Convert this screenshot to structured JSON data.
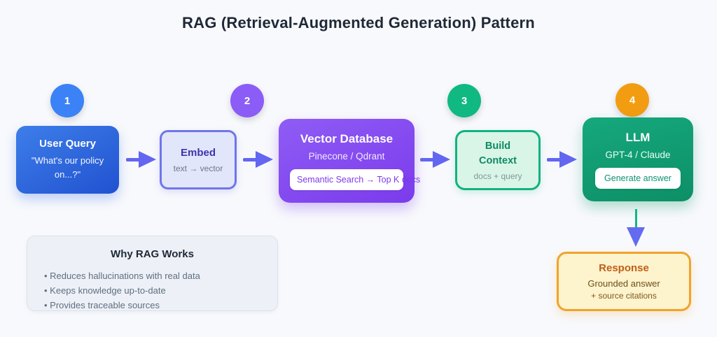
{
  "title": "RAG (Retrieval-Augmented Generation) Pattern",
  "steps": {
    "user_query": {
      "number": "1",
      "title": "User Query",
      "subtitle": "\"What's our policy on...?\""
    },
    "embed": {
      "number": "2",
      "title": "Embed",
      "subtitle": "text → vector"
    },
    "vector_db": {
      "title": "Vector Database",
      "subtitle": "Pinecone / Qdrant",
      "badge": "Semantic Search → Top K docs"
    },
    "build_context": {
      "number": "3",
      "title": "Build Context",
      "subtitle": "docs + query"
    },
    "llm": {
      "number": "4",
      "title": "LLM",
      "subtitle": "GPT-4 / Claude",
      "badge": "Generate answer"
    }
  },
  "response": {
    "title": "Response",
    "line1": "Grounded answer",
    "line2": "+ source citations"
  },
  "why": {
    "title": "Why RAG Works",
    "items": [
      "Reduces hallucinations with real data",
      "Keeps knowledge up-to-date",
      "Provides traceable sources"
    ]
  },
  "colors": {
    "background": "#f8f9fc",
    "title_text": "#1f2937",
    "circle_1": "#3b82f6",
    "circle_2": "#8b5cf6",
    "circle_3": "#10b981",
    "circle_4": "#f29d11",
    "arrow": "#6366f1",
    "vertical_arrow_stem": "#10b981",
    "user_query_gradient_start": "#3d7ee9",
    "user_query_gradient_end": "#2152d0",
    "embed_fill": "#e2e6fa",
    "embed_border": "#6e76e8",
    "vector_db_gradient_start": "#8f5cf5",
    "vector_db_gradient_end": "#7b3bec",
    "build_context_fill": "#d9f5e7",
    "build_context_border": "#12b27e",
    "llm_gradient_start": "#16a87d",
    "llm_gradient_end": "#0d8f66",
    "response_fill": "#fdf3cd",
    "response_border": "#f0a32a",
    "why_card_fill": "#edf1f7"
  }
}
